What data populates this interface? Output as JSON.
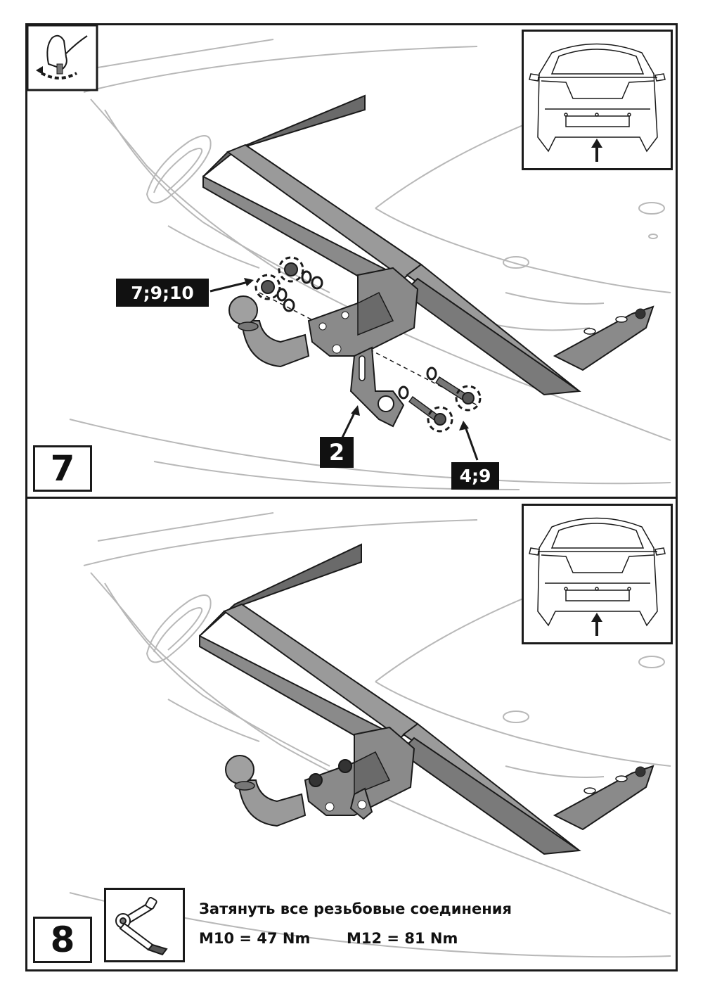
{
  "steps": [
    {
      "number": "7",
      "callouts": {
        "bolts_upper": "7;9;10",
        "bracket": "2",
        "bolts_lower": "4;9"
      },
      "icons": [
        "hand-tighten-icon",
        "car-rear-view-icon",
        "bolt-icon",
        "nut-icon",
        "washer-icon",
        "tow-ball-icon",
        "bracket-plate-icon"
      ]
    },
    {
      "number": "8",
      "instruction": "Затянуть все резьбовые соединения",
      "torque": {
        "m10": "M10 = 47 Nm",
        "m12": "M12 = 81 Nm"
      },
      "icons": [
        "torque-wrench-icon",
        "car-rear-view-icon"
      ]
    }
  ],
  "colors": {
    "line": "#1a1a1a",
    "car_outline": "#b8b8b8",
    "metal_fill": "#8a8a8a",
    "metal_dark": "#5a5a5a",
    "label_bg": "#111111",
    "label_text": "#ffffff"
  }
}
